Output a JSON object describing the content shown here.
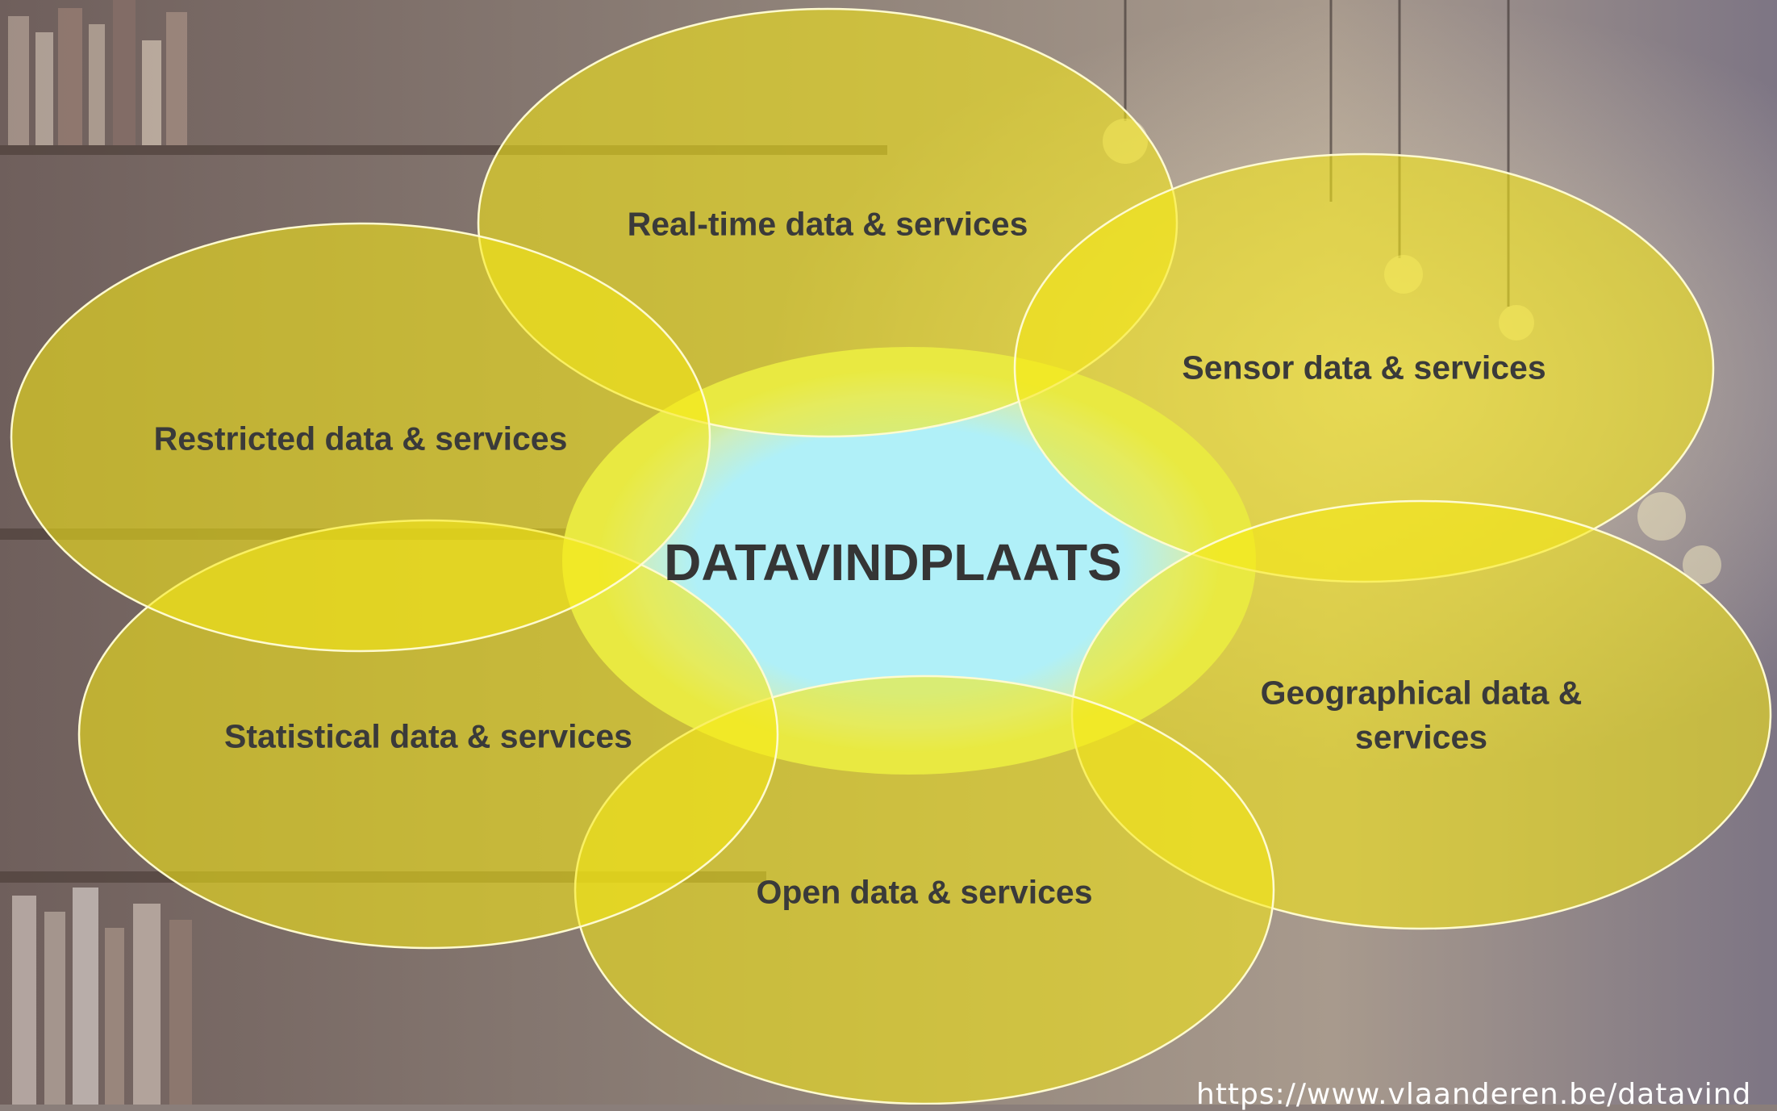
{
  "diagram": {
    "center_label": "DATAVINDPLAATS",
    "categories": [
      {
        "id": "real-time",
        "label": "Real-time data & services"
      },
      {
        "id": "sensor",
        "label": "Sensor data & services"
      },
      {
        "id": "geographical",
        "label": "Geographical data & services"
      },
      {
        "id": "open",
        "label": "Open data & services"
      },
      {
        "id": "statistical",
        "label": "Statistical data & services"
      },
      {
        "id": "restricted",
        "label": "Restricted data & services"
      }
    ],
    "url": "https://www.vlaanderen.be/datavind"
  },
  "colors": {
    "center_fill": "#b0f0f8",
    "center_ring": "#d6ea7e",
    "petal_fill": "#f6e814",
    "petal_stroke": "#fff59a",
    "text": "#3a3a3a",
    "url_text": "#ffffff"
  },
  "background": {
    "scene": "library bookshelves with hanging light bulbs",
    "tint": "warm sepia"
  }
}
